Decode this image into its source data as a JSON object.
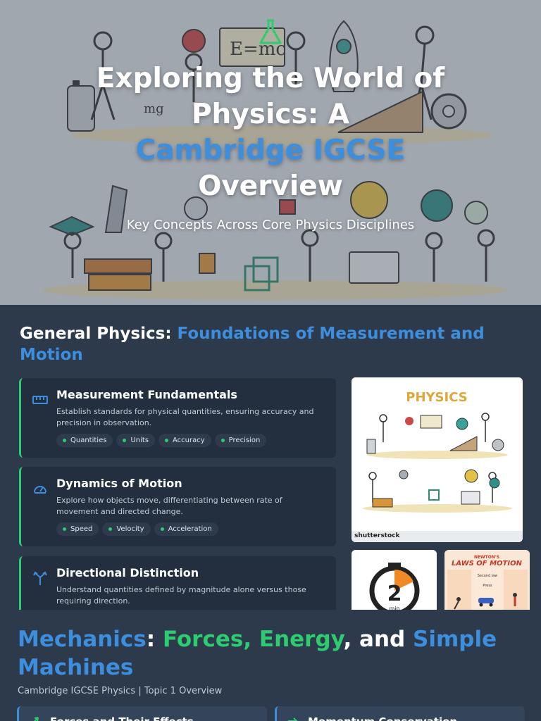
{
  "hero": {
    "title_part1": "Exploring the World of Physics: A",
    "title_accent": "Cambridge IGCSE",
    "title_part2": "Overview",
    "subtitle": "Key Concepts Across Core Physics Disciplines",
    "icon": "flask-icon",
    "illustration_text": {
      "formula": "E=mc",
      "mass": "mg"
    }
  },
  "general": {
    "heading_prefix": "General Physics:",
    "heading_accent": "Foundations of Measurement and Motion",
    "cards": [
      {
        "icon": "ruler-icon",
        "title": "Measurement Fundamentals",
        "description": "Establish standards for physical quantities, ensuring accuracy and precision in observation.",
        "tags": [
          "Quantities",
          "Units",
          "Accuracy",
          "Precision"
        ]
      },
      {
        "icon": "speedometer-icon",
        "title": "Dynamics of Motion",
        "description": "Explore how objects move, differentiating between rate of movement and directed change.",
        "tags": [
          "Speed",
          "Velocity",
          "Acceleration"
        ]
      },
      {
        "icon": "direction-arrows-icon",
        "title": "Directional Distinction",
        "description": "Understand quantities defined by magnitude alone versus those requiring direction.",
        "tags": []
      }
    ],
    "images": {
      "physics_banner": "PHYSICS",
      "physics_watermark": "shutterstock",
      "stopwatch_number": "2",
      "stopwatch_unit": "min",
      "laws_title_small": "NEWTON'S",
      "laws_title": "LAWS OF MOTION",
      "laws_labels": [
        "Second law",
        "Press"
      ]
    }
  },
  "mechanics": {
    "heading_blue1": "Mechanics",
    "heading_sep1": ":",
    "heading_green": "Forces, Energy",
    "heading_sep2": ", and",
    "heading_blue2": "Simple Machines",
    "subtitle": "Cambridge IGCSE Physics | Topic 1 Overview",
    "cards": [
      {
        "icon": "force-icon",
        "title": "Forces and Their Effects"
      },
      {
        "icon": "momentum-icon",
        "title": "Momentum Conservation"
      }
    ]
  },
  "colors": {
    "accent_blue": "#3d8fde",
    "accent_green": "#2ecc71",
    "panel": "#2c3a4c",
    "card": "#232f3f"
  }
}
